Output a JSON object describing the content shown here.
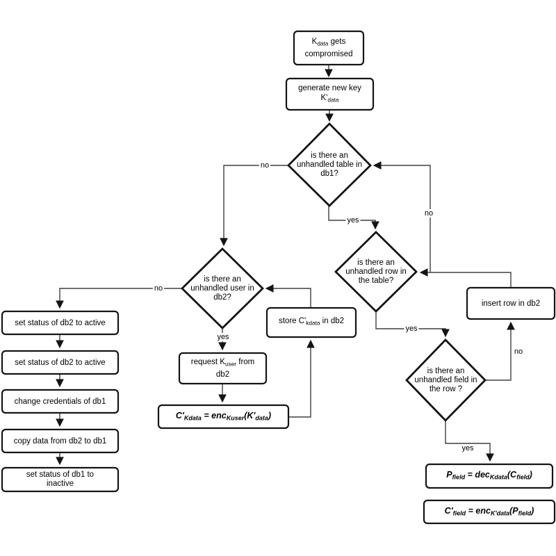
{
  "diagram": {
    "title": "key compromise recovery flowchart",
    "colors": {
      "background": "#ffffff",
      "line": "#3f3f3f",
      "border": "#141414",
      "text": "#000000"
    },
    "nodes": {
      "start": {
        "lines": [
          [
            {
              "t": "K"
            },
            {
              "t": "data",
              "sub": true
            },
            {
              "t": " gets"
            }
          ],
          [
            {
              "t": "compromised"
            }
          ]
        ]
      },
      "generate_key": {
        "lines": [
          [
            {
              "t": "generate new key"
            }
          ],
          [
            {
              "t": "K'"
            },
            {
              "t": "data",
              "sub": true
            }
          ]
        ]
      },
      "decision_table": {
        "lines": [
          [
            {
              "t": "is there an"
            }
          ],
          [
            {
              "t": "unhandled table in"
            }
          ],
          [
            {
              "t": "db1?"
            }
          ]
        ]
      },
      "decision_user": {
        "lines": [
          [
            {
              "t": "is there an"
            }
          ],
          [
            {
              "t": "unhandled user in"
            }
          ],
          [
            {
              "t": "db2?"
            }
          ]
        ]
      },
      "decision_row": {
        "lines": [
          [
            {
              "t": "is there an"
            }
          ],
          [
            {
              "t": "unhandled row in"
            }
          ],
          [
            {
              "t": "the table?"
            }
          ]
        ]
      },
      "decision_field": {
        "lines": [
          [
            {
              "t": "is there an"
            }
          ],
          [
            {
              "t": "unhandled field in"
            }
          ],
          [
            {
              "t": "the row ?"
            }
          ]
        ]
      },
      "set_db2_active_1": {
        "lines": [
          [
            {
              "t": "set status of db2 to active"
            }
          ]
        ]
      },
      "set_db2_active_2": {
        "lines": [
          [
            {
              "t": "set status of db2 to active"
            }
          ]
        ]
      },
      "change_credentials": {
        "lines": [
          [
            {
              "t": "change credentials of db1"
            }
          ]
        ]
      },
      "copy_data": {
        "lines": [
          [
            {
              "t": "copy data from db2 to db1"
            }
          ]
        ]
      },
      "set_db1_inactive": {
        "lines": [
          [
            {
              "t": "set status of db1 to"
            }
          ],
          [
            {
              "t": "inactive"
            }
          ]
        ]
      },
      "request_kuser": {
        "lines": [
          [
            {
              "t": "request K"
            },
            {
              "t": "user",
              "sub": true
            },
            {
              "t": " from"
            }
          ],
          [
            {
              "t": "db2"
            }
          ]
        ]
      },
      "encrypt_kdata": {
        "lines": [
          [
            {
              "t": "C'"
            },
            {
              "t": "Kdata",
              "sub": true
            },
            {
              "t": " = enc"
            },
            {
              "t": "Kuser",
              "sub": true
            },
            {
              "t": "(K'"
            },
            {
              "t": "data",
              "sub": true
            },
            {
              "t": ")"
            }
          ]
        ]
      },
      "store_ckdata": {
        "lines": [
          [
            {
              "t": "store C'"
            },
            {
              "t": "kdata",
              "sub": true
            },
            {
              "t": " in db2"
            }
          ]
        ]
      },
      "insert_row": {
        "lines": [
          [
            {
              "t": "insert row in db2"
            }
          ]
        ]
      },
      "decrypt_field": {
        "lines": [
          [
            {
              "t": "P"
            },
            {
              "t": "field",
              "sub": true
            },
            {
              "t": " = dec"
            },
            {
              "t": "Kdata",
              "sub": true
            },
            {
              "t": "(C"
            },
            {
              "t": "field",
              "sub": true
            },
            {
              "t": ")"
            }
          ]
        ]
      },
      "encrypt_field": {
        "lines": [
          [
            {
              "t": "C'"
            },
            {
              "t": "field",
              "sub": true
            },
            {
              "t": " = enc"
            },
            {
              "t": "K'data",
              "sub": true
            },
            {
              "t": "(P"
            },
            {
              "t": "field",
              "sub": true
            },
            {
              "t": ")"
            }
          ]
        ]
      }
    },
    "edge_labels": {
      "no_table": "no",
      "yes_table": "yes",
      "no_user": "no",
      "yes_user": "yes",
      "yes_row": "yes",
      "no_row": "no",
      "yes_field": "yes",
      "no_field": "no"
    }
  }
}
